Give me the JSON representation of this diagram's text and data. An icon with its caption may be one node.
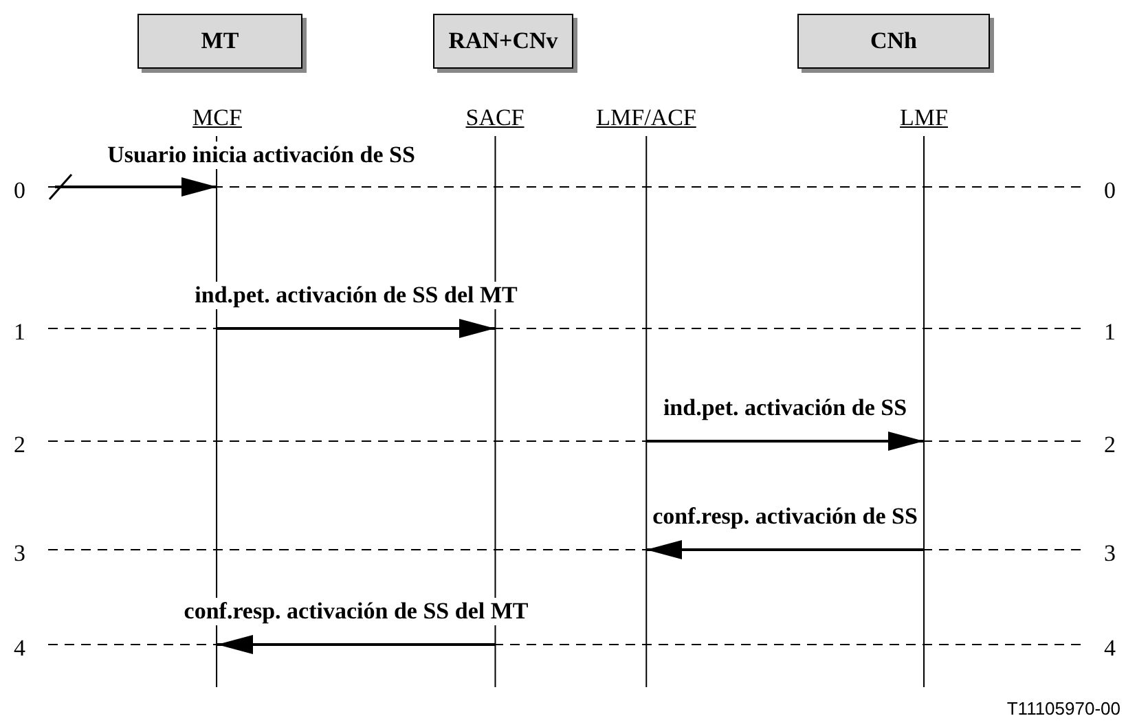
{
  "diagram": {
    "nodes": [
      {
        "text": [
          "MT"
        ]
      },
      {
        "text": [
          "RAN+CNv"
        ]
      },
      {
        "text": [
          "CNh"
        ]
      },
      {
        "text": [
          "MCF"
        ]
      },
      {
        "text": [
          "SACF"
        ]
      },
      {
        "text": [
          "LMF/ACF"
        ]
      },
      {
        "text": [
          "LMF"
        ]
      }
    ],
    "edges": [
      {
        "from": null,
        "to": 3,
        "arrow": "to",
        "label": "Usuario inicia activación de SS"
      },
      {
        "from": 3,
        "to": 4,
        "arrow": "to",
        "label": "ind.pet. activación de SS del MT"
      },
      {
        "from": 5,
        "to": 6,
        "arrow": "to",
        "label": "ind.pet. activación de SS"
      },
      {
        "from": 6,
        "to": 5,
        "arrow": "to",
        "label": "conf.resp. activación de SS"
      },
      {
        "from": 4,
        "to": 3,
        "arrow": "to",
        "label": "conf.resp. activación de SS del MT"
      }
    ],
    "labels": [
      "0",
      "0",
      "1",
      "1",
      "2",
      "2",
      "3",
      "3",
      "4",
      "4",
      "T11105970-00"
    ]
  }
}
